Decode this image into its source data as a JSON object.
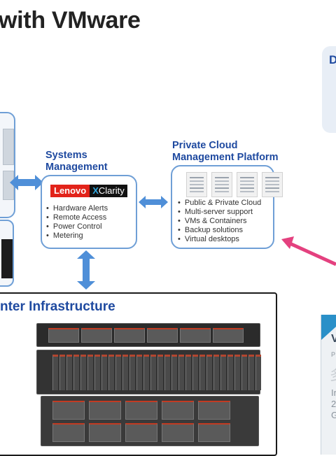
{
  "title": "with VMware",
  "colors": {
    "label_blue": "#1f4aa0",
    "box_border": "#6f9fd6",
    "arrow_blue": "#4f8fd8",
    "arrow_pink": "#e4417f",
    "lenovo_red": "#e2231a"
  },
  "systems_management": {
    "title_line1": "Systems",
    "title_line2": "Management",
    "logo_lenovo": "Lenovo",
    "logo_x": "X",
    "logo_clarity": "Clarity",
    "items": [
      "Hardware Alerts",
      "Remote Access",
      "Power Control",
      "Metering"
    ]
  },
  "private_cloud": {
    "title_line1": "Private Cloud",
    "title_line2": "Management Platform",
    "items": [
      "Public & Private Cloud",
      "Multi-server support",
      "VMs & Containers",
      "Backup solutions",
      "Virtual desktops"
    ]
  },
  "datacenter": {
    "title": "nter Infrastructure"
  },
  "right_top_card": {
    "letter": "D"
  },
  "right_bottom_card": {
    "line1": "V",
    "line2": "P",
    "line3": "多",
    "line4": "In",
    "line5": "2",
    "line6": "G"
  },
  "icons": {
    "arrows": [
      "double-arrow-horizontal",
      "double-arrow-vertical",
      "pink-arrow"
    ]
  }
}
